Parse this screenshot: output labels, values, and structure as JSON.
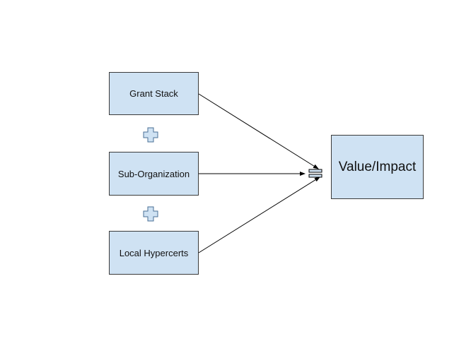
{
  "diagram": {
    "sources": [
      {
        "id": "grant-stack",
        "label": "Grant Stack"
      },
      {
        "id": "sub-organization",
        "label": "Sub-Organization"
      },
      {
        "id": "local-hypercerts",
        "label": "Local Hypercerts"
      }
    ],
    "target": {
      "label": "Value/Impact"
    },
    "operators": [
      {
        "symbol": "plus-icon"
      },
      {
        "symbol": "plus-icon"
      }
    ],
    "equals": {
      "symbol": "equals-icon"
    },
    "colors": {
      "box_fill": "#cfe2f3",
      "box_stroke": "#3a3a3a",
      "plus_fill": "#cfe2f3",
      "plus_stroke": "#4a6f95",
      "arrow": "#000000"
    }
  }
}
